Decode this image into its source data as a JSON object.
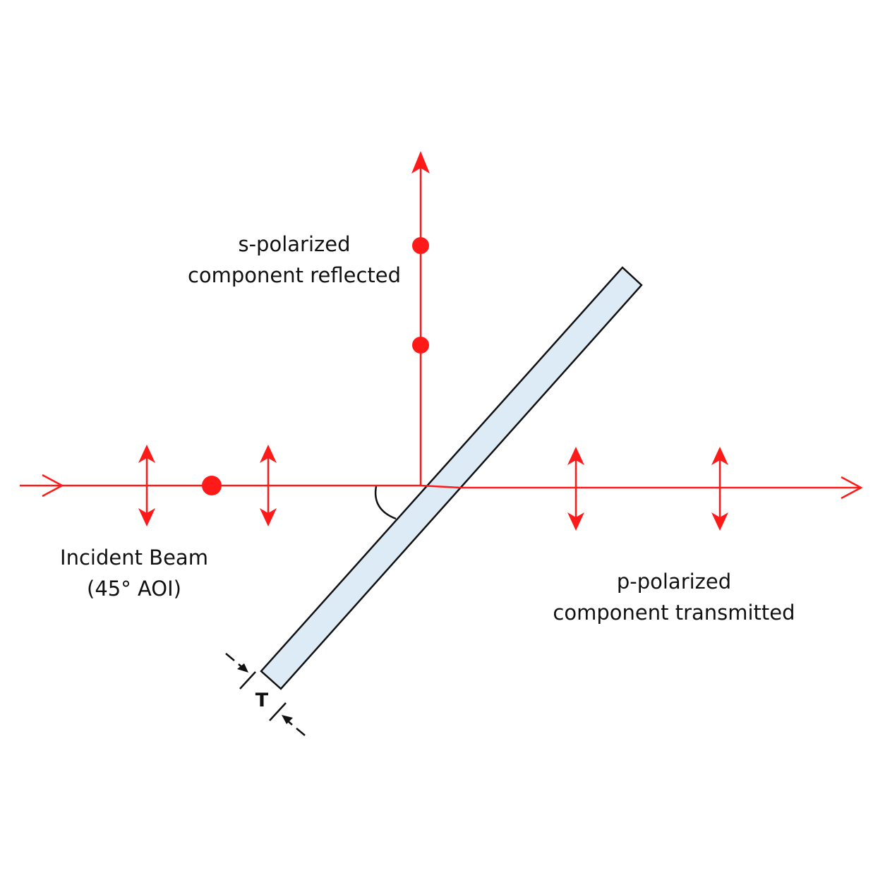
{
  "labels": {
    "reflected_line1": "s-polarized",
    "reflected_line2": "component reflected",
    "incident_line1": "Incident Beam",
    "incident_line2": "(45° AOI)",
    "transmitted_line1": "p-polarized",
    "transmitted_line2": "component transmitted",
    "thickness": "T"
  },
  "colors": {
    "beam": "#ff1a1a",
    "plate_fill": "#dcebf5",
    "plate_stroke": "#111111",
    "text": "#111111"
  },
  "icons": {
    "s_polarization_marker": "red-dot",
    "p_polarization_marker": "double-headed-vertical-arrow"
  }
}
